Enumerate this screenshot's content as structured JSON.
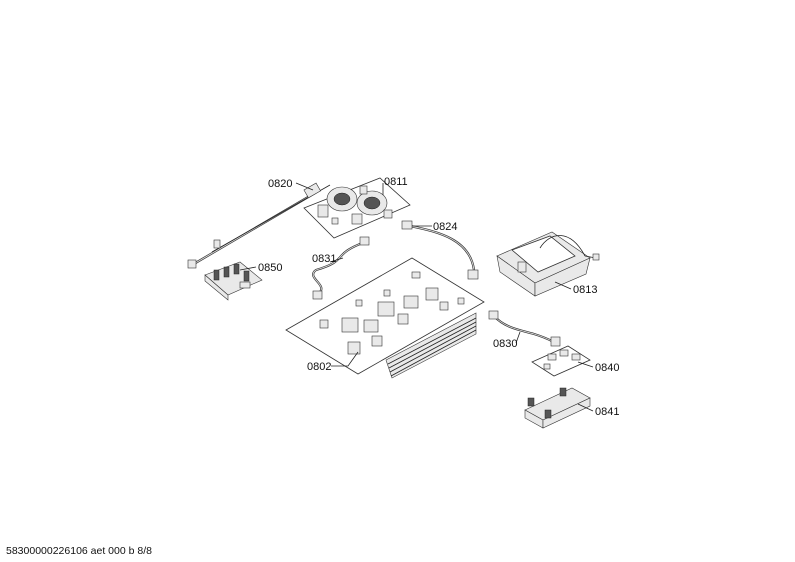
{
  "parts": [
    {
      "id": "0820"
    },
    {
      "id": "0811"
    },
    {
      "id": "0824"
    },
    {
      "id": "0831"
    },
    {
      "id": "0850"
    },
    {
      "id": "0813"
    },
    {
      "id": "0802"
    },
    {
      "id": "0830"
    },
    {
      "id": "0840"
    },
    {
      "id": "0841"
    }
  ],
  "footer": {
    "text": "58300000226106 aet 000 b 8/8"
  }
}
